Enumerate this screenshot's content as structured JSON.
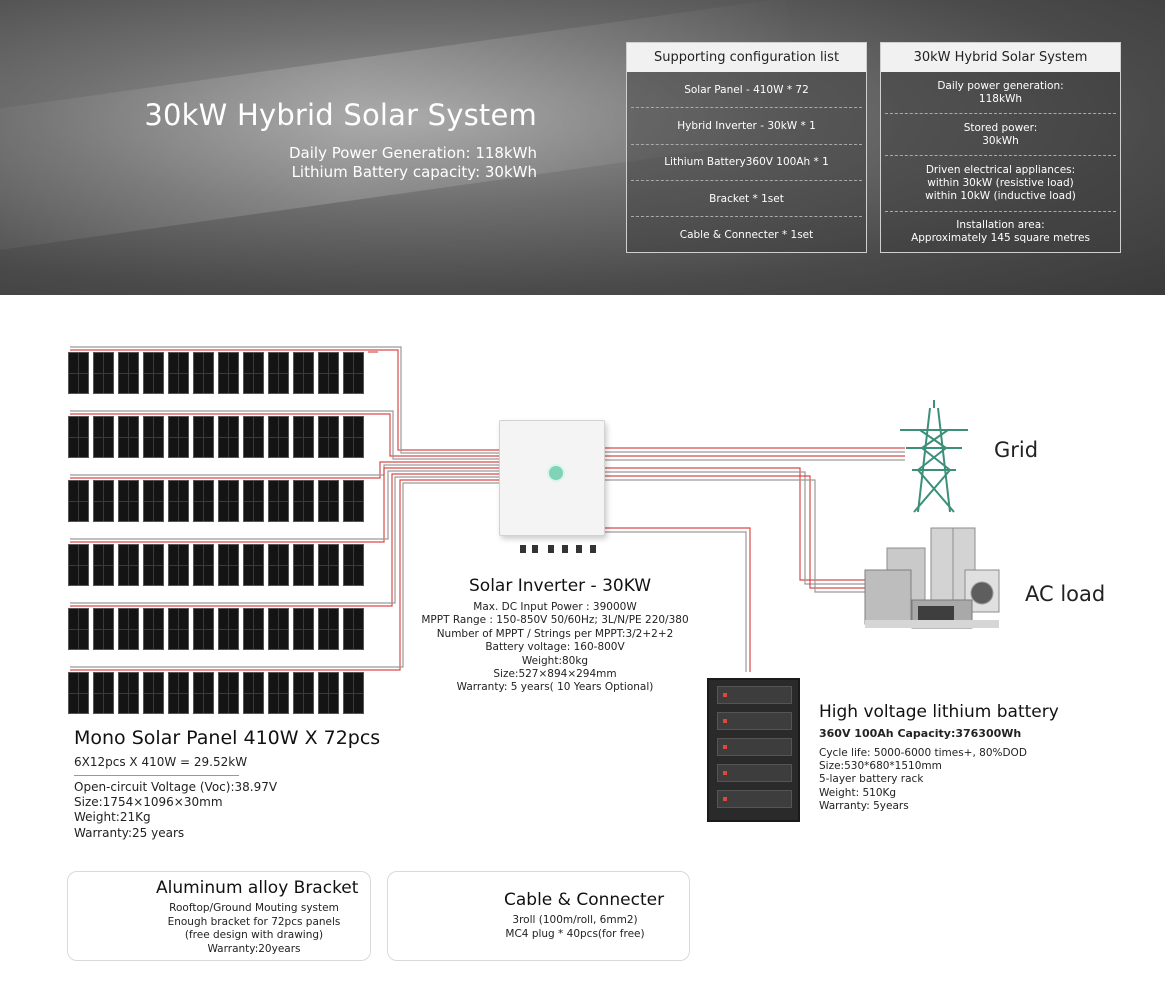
{
  "header": {
    "title": "30kW Hybrid Solar System",
    "sub_line1": "Daily Power Generation: 118kWh",
    "sub_line2": "Lithium  Battery  capacity: 30kWh"
  },
  "config_list": {
    "title": "Supporting configuration list",
    "items": [
      "Solar Panel - 410W * 72",
      "Hybrid Inverter - 30kW * 1",
      "Lithium Battery360V 100Ah * 1",
      "Bracket * 1set",
      "Cable & Connecter * 1set"
    ]
  },
  "system_box": {
    "title": "30kW Hybrid Solar System",
    "items": [
      {
        "l1": "Daily power generation:",
        "l2": "118kWh",
        "l3": ""
      },
      {
        "l1": "Stored power:",
        "l2": "30kWh",
        "l3": ""
      },
      {
        "l1": "Driven electrical appliances:",
        "l2": "within 30kW (resistive load)",
        "l3": "within 10kW (inductive load)"
      },
      {
        "l1": "Installation area:",
        "l2": "Approximately 145 square metres",
        "l3": ""
      }
    ]
  },
  "panels": {
    "title": "Mono Solar Panel 410W X 72pcs",
    "formula": "6X12pcs X 410W = 29.52kW",
    "specs": [
      "Open-circuit Voltage (Voc):38.97V",
      "Size:1754×1096×30mm",
      "Weight:21Kg",
      "Warranty:25 years"
    ]
  },
  "inverter": {
    "title": "Solar Inverter - 30KW",
    "specs": [
      "Max. DC Input Power : 39000W",
      "MPPT Range : 150-850V 50/60Hz; 3L/N/PE 220/380",
      "Number of MPPT / Strings per MPPT:3/2+2+2",
      "Battery voltage: 160-800V",
      "Weight:80kg",
      "Size:527×894×294mm",
      "Warranty: 5 years( 10 Years Optional)"
    ]
  },
  "grid": {
    "label": "Grid"
  },
  "ac_load": {
    "label": "AC load"
  },
  "battery": {
    "title": "High voltage lithium battery",
    "subtitle": "360V 100Ah Capacity:376300Wh",
    "specs": [
      "Cycle life: 5000-6000 times+, 80%DOD",
      "Size:530*680*1510mm",
      "5-layer battery rack",
      "Weight: 510Kg",
      "Warranty: 5years"
    ]
  },
  "bracket": {
    "title": "Aluminum alloy Bracket",
    "lines": [
      "Rooftop/Ground Mouting system",
      "Enough bracket for 72pcs panels",
      "(free design with drawing)",
      "Warranty:20years"
    ]
  },
  "cable": {
    "title": "Cable & Connecter",
    "lines": [
      "3roll (100m/roll, 6mm2)",
      "MC4 plug * 40pcs(for free)"
    ]
  },
  "colors": {
    "wire_red": "#d94a4a",
    "wire_grey": "#9a9a9a",
    "panel": "#141414"
  }
}
